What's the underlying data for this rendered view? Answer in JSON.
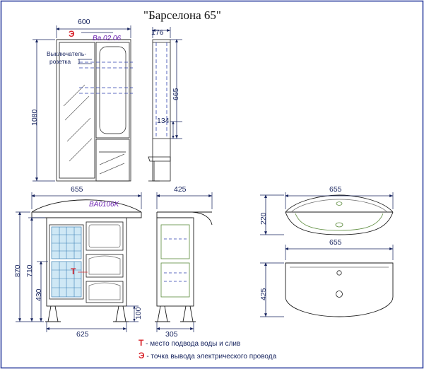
{
  "title": "\"Барселона 65\"",
  "labels": {
    "switch_socket_line1": "Выключатель-",
    "switch_socket_line2": "розетка",
    "code_mirror": "Ва.02.06",
    "code_cabinet": "BA0106K",
    "marker_e": "Э",
    "marker_t": "Т"
  },
  "dimensions": {
    "mirror_width": "600",
    "mirror_height": "1080",
    "side_width": "176",
    "side_height": "665",
    "side_bottom": "134",
    "cabinet_width": "655",
    "cabinet_depth": "425",
    "cabinet_h_total": "870",
    "cabinet_h_body": "710",
    "cabinet_h_drawers": "430",
    "cabinet_feet": "100",
    "cabinet_base_width": "625",
    "cabinet_base_depth": "305",
    "basin_width_top": "655",
    "basin_height_side": "220",
    "basin_width_plan": "655",
    "basin_depth_plan": "425"
  },
  "legend": {
    "water": {
      "mark": "Т",
      "text": "- место подвода воды и слив"
    },
    "electric": {
      "mark": "Э",
      "text": "- точка вывода электрического провода"
    }
  }
}
